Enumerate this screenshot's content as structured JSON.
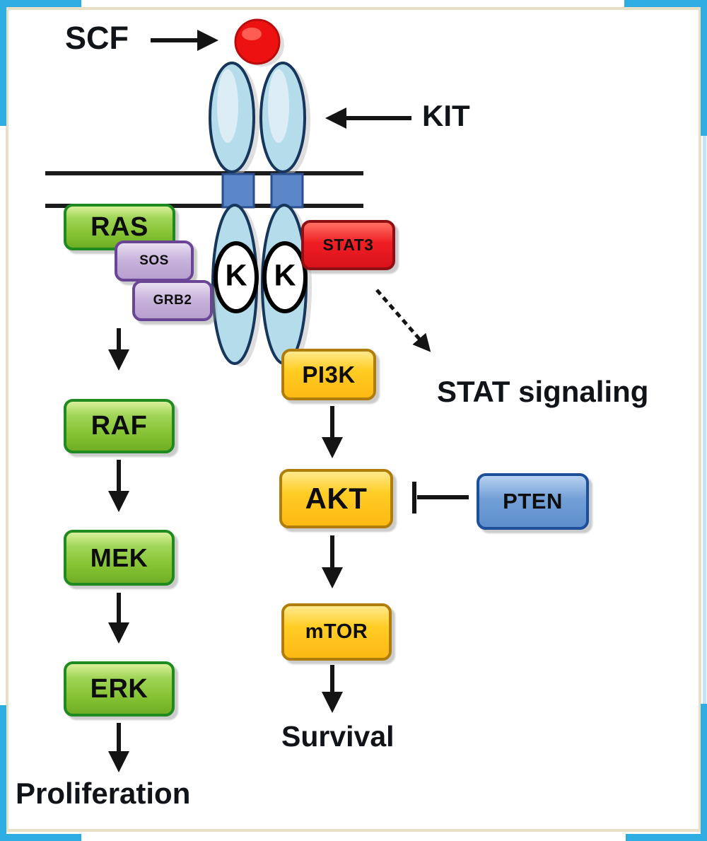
{
  "labels": {
    "scf": "SCF",
    "kit": "KIT",
    "stat_signaling": "STAT signaling",
    "proliferation": "Proliferation",
    "survival": "Survival"
  },
  "receptor": {
    "kinase_letter": "K"
  },
  "nodes": {
    "ras": "RAS",
    "sos": "SOS",
    "grb2": "GRB2",
    "raf": "RAF",
    "mek": "MEK",
    "erk": "ERK",
    "stat3": "STAT3",
    "pi3k": "PI3K",
    "akt": "AKT",
    "mtor": "mTOR",
    "pten": "PTEN"
  },
  "colors": {
    "frame_tan": "#e7dfc6",
    "frame_cyan": "#2eade3",
    "node_green": "#86c334",
    "node_gold": "#fdc513",
    "node_red": "#ee1c24",
    "node_blue": "#6d9fd8",
    "node_lavender": "#c7b4da",
    "receptor_fill": "#b5dcea",
    "receptor_border": "#16365c",
    "transmembrane_fill": "#5b87c9",
    "ligand_red": "#ee1111",
    "membrane_line": "#1b1b1b"
  }
}
